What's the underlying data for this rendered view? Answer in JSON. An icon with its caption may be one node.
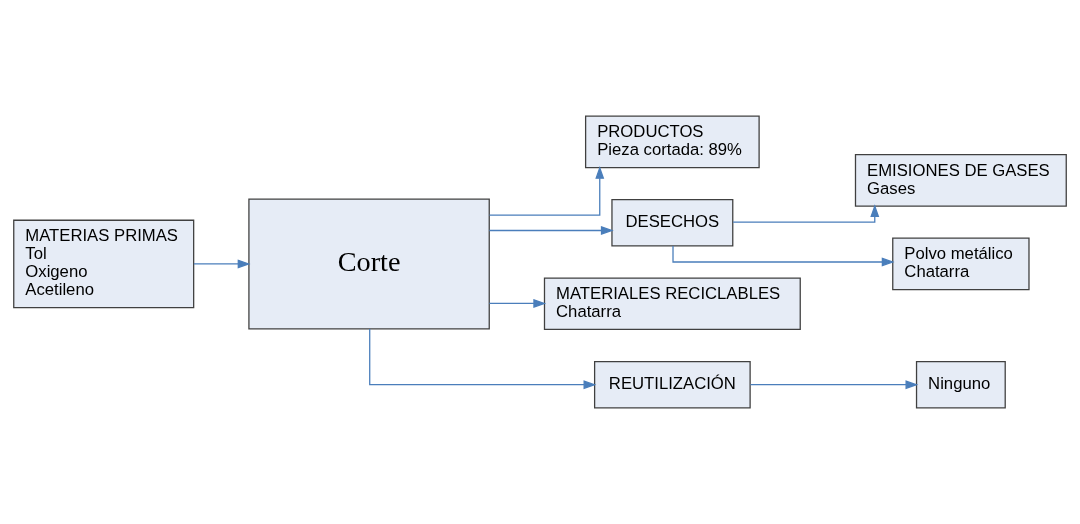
{
  "diagram": {
    "nodes": [
      {
        "text": [
          "MATERIAS PRIMAS",
          "Tol",
          "Oxigeno",
          "Acetileno"
        ]
      },
      {
        "text": [
          "PRODUCTOS",
          "Pieza cortada: 89%"
        ]
      },
      {
        "text": [
          "Corte"
        ]
      },
      {
        "text": [
          "EMISIONES DE GASES",
          "Gases"
        ]
      },
      {
        "text": [
          "DESECHOS"
        ]
      },
      {
        "text": [
          "Polvo metálico",
          "Chatarra"
        ]
      },
      {
        "text": [
          "MATERIALES RECICLABLES",
          "Chatarra"
        ]
      },
      {
        "text": [
          "REUTILIZACIÓN"
        ]
      },
      {
        "text": [
          "Ninguno"
        ]
      }
    ],
    "edges": [
      {
        "from": 0,
        "to": 2,
        "arrow": "to"
      },
      {
        "from": 2,
        "to": 1,
        "arrow": "to"
      },
      {
        "from": 2,
        "to": 4,
        "arrow": "to"
      },
      {
        "from": 4,
        "to": 3,
        "arrow": "to"
      },
      {
        "from": 4,
        "to": 5,
        "arrow": "to"
      },
      {
        "from": 2,
        "to": 6,
        "arrow": "to"
      },
      {
        "from": 2,
        "to": 7,
        "arrow": "to"
      },
      {
        "from": 7,
        "to": 8,
        "arrow": "to"
      }
    ]
  }
}
